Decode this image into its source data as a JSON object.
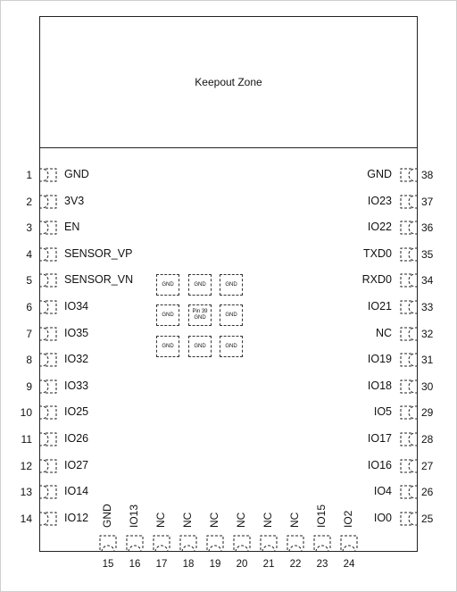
{
  "keepout": {
    "label": "Keepout Zone"
  },
  "left_pins": [
    {
      "num": "1",
      "label": "GND"
    },
    {
      "num": "2",
      "label": "3V3"
    },
    {
      "num": "3",
      "label": "EN"
    },
    {
      "num": "4",
      "label": "SENSOR_VP"
    },
    {
      "num": "5",
      "label": "SENSOR_VN"
    },
    {
      "num": "6",
      "label": "IO34"
    },
    {
      "num": "7",
      "label": "IO35"
    },
    {
      "num": "8",
      "label": "IO32"
    },
    {
      "num": "9",
      "label": "IO33"
    },
    {
      "num": "10",
      "label": "IO25"
    },
    {
      "num": "11",
      "label": "IO26"
    },
    {
      "num": "12",
      "label": "IO27"
    },
    {
      "num": "13",
      "label": "IO14"
    },
    {
      "num": "14",
      "label": "IO12"
    }
  ],
  "right_pins": [
    {
      "num": "38",
      "label": "GND"
    },
    {
      "num": "37",
      "label": "IO23"
    },
    {
      "num": "36",
      "label": "IO22"
    },
    {
      "num": "35",
      "label": "TXD0"
    },
    {
      "num": "34",
      "label": "RXD0"
    },
    {
      "num": "33",
      "label": "IO21"
    },
    {
      "num": "32",
      "label": "NC"
    },
    {
      "num": "31",
      "label": "IO19"
    },
    {
      "num": "30",
      "label": "IO18"
    },
    {
      "num": "29",
      "label": "IO5"
    },
    {
      "num": "28",
      "label": "IO17"
    },
    {
      "num": "27",
      "label": "IO16"
    },
    {
      "num": "26",
      "label": "IO4"
    },
    {
      "num": "25",
      "label": "IO0"
    }
  ],
  "bottom_pins": [
    {
      "num": "15",
      "label": "GND"
    },
    {
      "num": "16",
      "label": "IO13"
    },
    {
      "num": "17",
      "label": "NC"
    },
    {
      "num": "18",
      "label": "NC"
    },
    {
      "num": "19",
      "label": "NC"
    },
    {
      "num": "20",
      "label": "NC"
    },
    {
      "num": "21",
      "label": "NC"
    },
    {
      "num": "22",
      "label": "NC"
    },
    {
      "num": "23",
      "label": "IO15"
    },
    {
      "num": "24",
      "label": "IO2"
    }
  ],
  "ground_pads": [
    [
      "GND",
      "GND",
      "GND"
    ],
    [
      "GND",
      "Pin 39\nGND",
      "GND"
    ],
    [
      "GND",
      "GND",
      "GND"
    ]
  ]
}
